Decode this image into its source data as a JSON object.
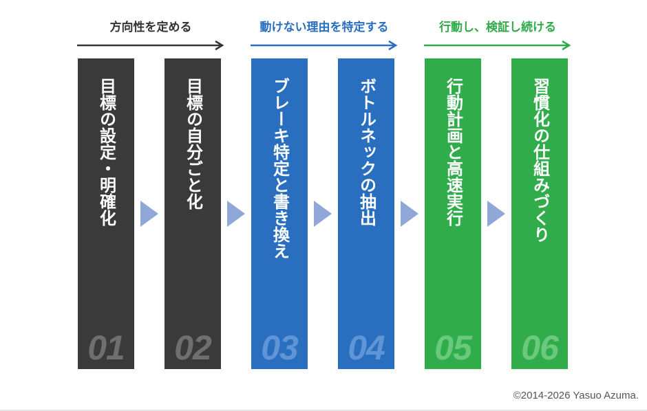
{
  "phases": [
    {
      "title": "方向性を定める",
      "color": "#333333"
    },
    {
      "title": "動けない理由を特定する",
      "color": "#2a6ebf"
    },
    {
      "title": "行動し、検証し続ける",
      "color": "#2faa48"
    }
  ],
  "steps": [
    {
      "text": "目標の設定・明確化",
      "number": "01",
      "color": "#3a3a3a",
      "number_color": "#6f6f6f"
    },
    {
      "text": "目標の自分ごと化",
      "number": "02",
      "color": "#3a3a3a",
      "number_color": "#6f6f6f"
    },
    {
      "text": "ブレーキ特定と書き換え",
      "number": "03",
      "color": "#2a6ebf",
      "number_color": "#5f94d6"
    },
    {
      "text": "ボトルネックの抽出",
      "number": "04",
      "color": "#2a6ebf",
      "number_color": "#5f94d6"
    },
    {
      "text": "行動計画と高速実行",
      "number": "05",
      "color": "#31ac4b",
      "number_color": "#6ac97d"
    },
    {
      "text": "習慣化の仕組みづくり",
      "number": "06",
      "color": "#31ac4b",
      "number_color": "#6ac97d"
    }
  ],
  "chevron_color": "#8fa8d8",
  "copyright": "©2014-2026 Yasuo Azuma."
}
